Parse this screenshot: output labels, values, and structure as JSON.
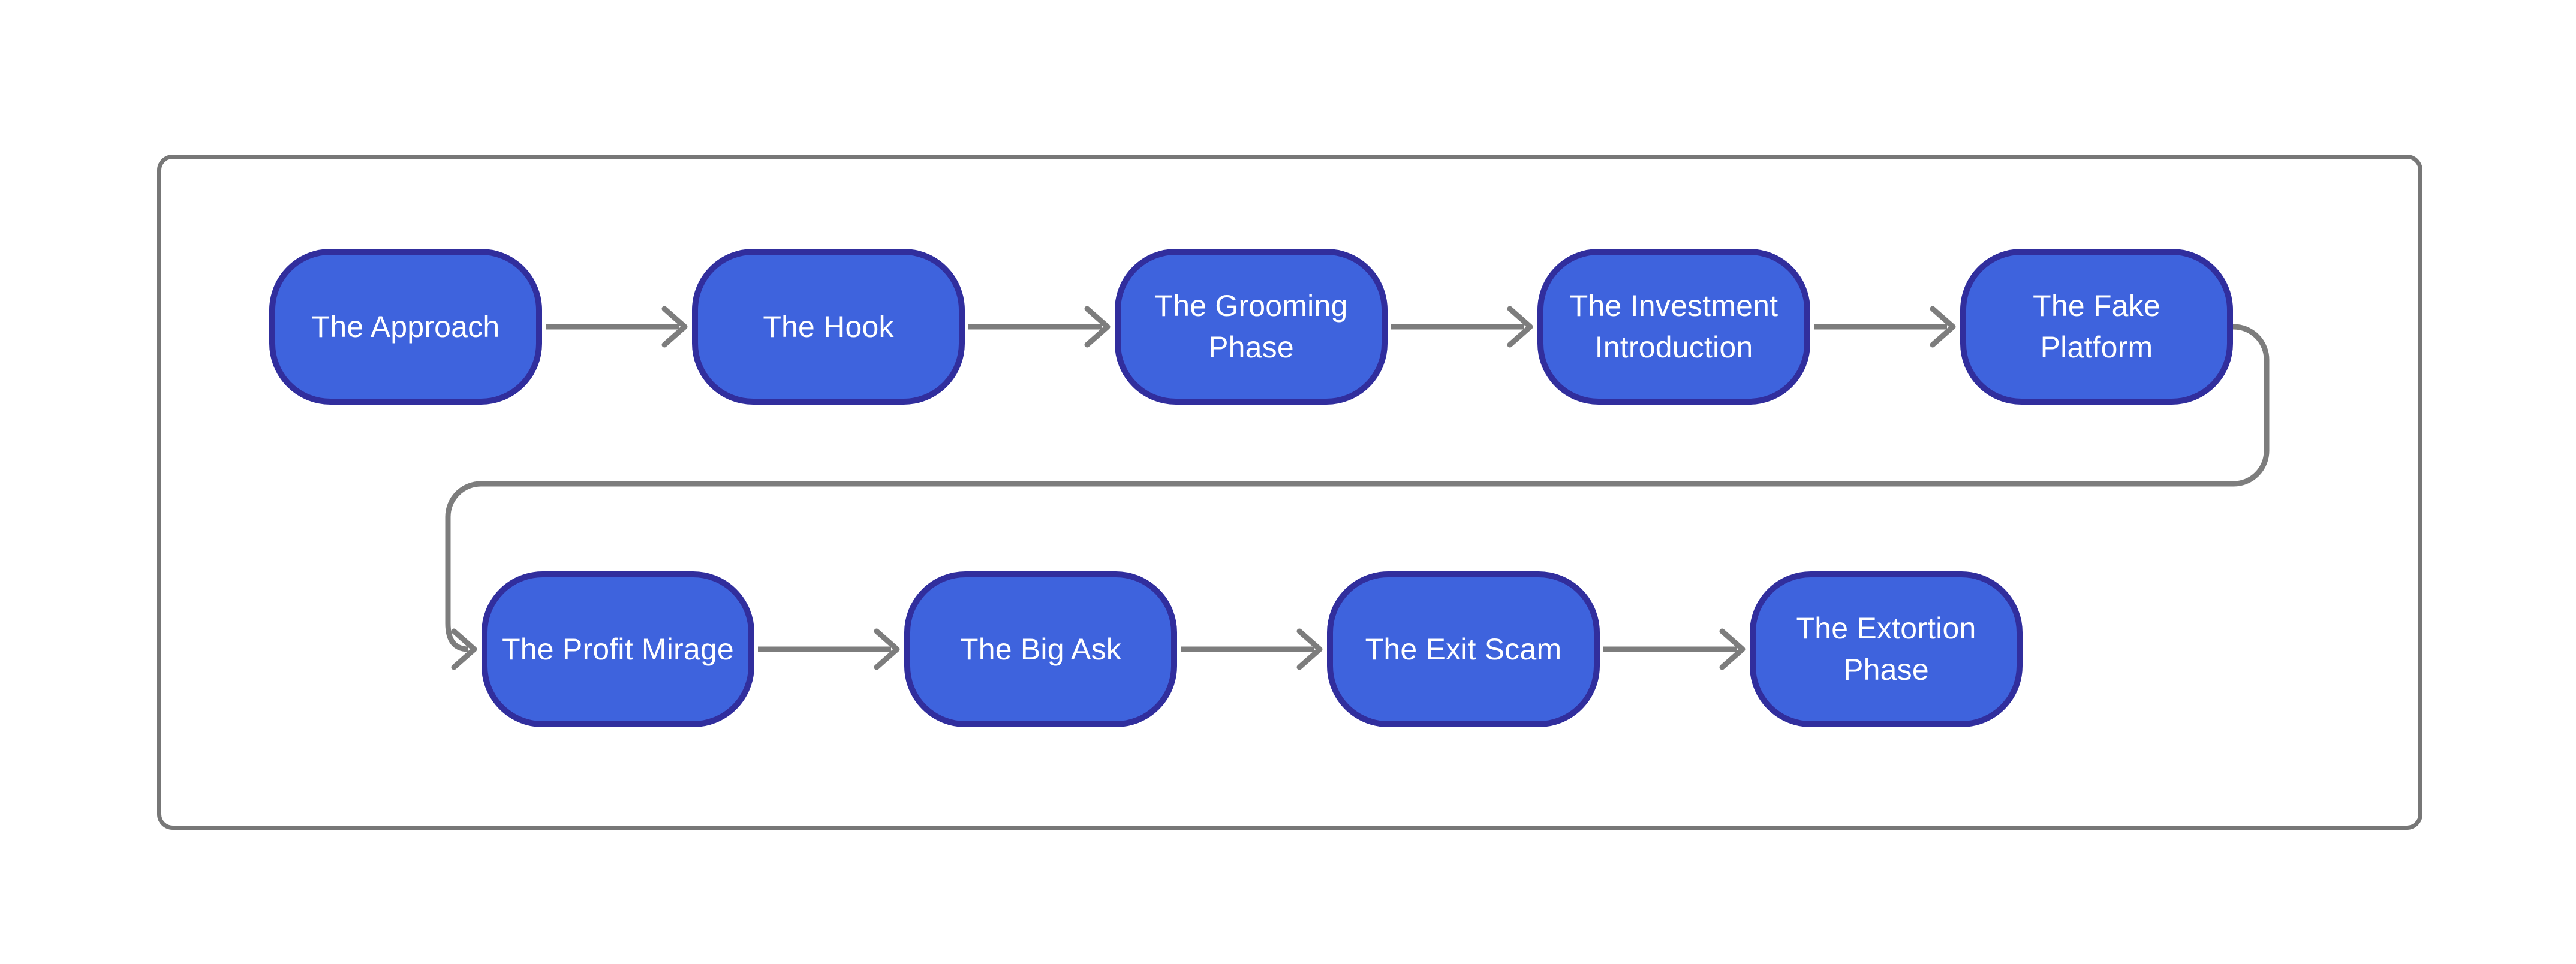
{
  "diagram": {
    "description": "Flowchart of scam lifecycle stages, five stages in the top row flowing left to right, wrapping to four stages in the bottom row",
    "colors": {
      "node_fill": "#3e63dd",
      "node_border": "#312e9d",
      "node_text": "#ffffff",
      "edge": "#7d7d7d",
      "frame_border": "#777777",
      "background": "#ffffff"
    },
    "nodes": [
      {
        "id": "approach",
        "label": "The Approach"
      },
      {
        "id": "hook",
        "label": "The Hook"
      },
      {
        "id": "grooming",
        "label": "The Grooming\nPhase"
      },
      {
        "id": "investment",
        "label": "The Investment\nIntroduction"
      },
      {
        "id": "fake-platform",
        "label": "The Fake\nPlatform"
      },
      {
        "id": "profit-mirage",
        "label": "The Profit Mirage"
      },
      {
        "id": "big-ask",
        "label": "The Big Ask"
      },
      {
        "id": "exit-scam",
        "label": "The Exit Scam"
      },
      {
        "id": "extortion",
        "label": "The Extortion\nPhase"
      }
    ],
    "edges": [
      {
        "from": "approach",
        "to": "hook"
      },
      {
        "from": "hook",
        "to": "grooming"
      },
      {
        "from": "grooming",
        "to": "investment"
      },
      {
        "from": "investment",
        "to": "fake-platform"
      },
      {
        "from": "fake-platform",
        "to": "profit-mirage"
      },
      {
        "from": "profit-mirage",
        "to": "big-ask"
      },
      {
        "from": "big-ask",
        "to": "exit-scam"
      },
      {
        "from": "exit-scam",
        "to": "extortion"
      }
    ]
  }
}
